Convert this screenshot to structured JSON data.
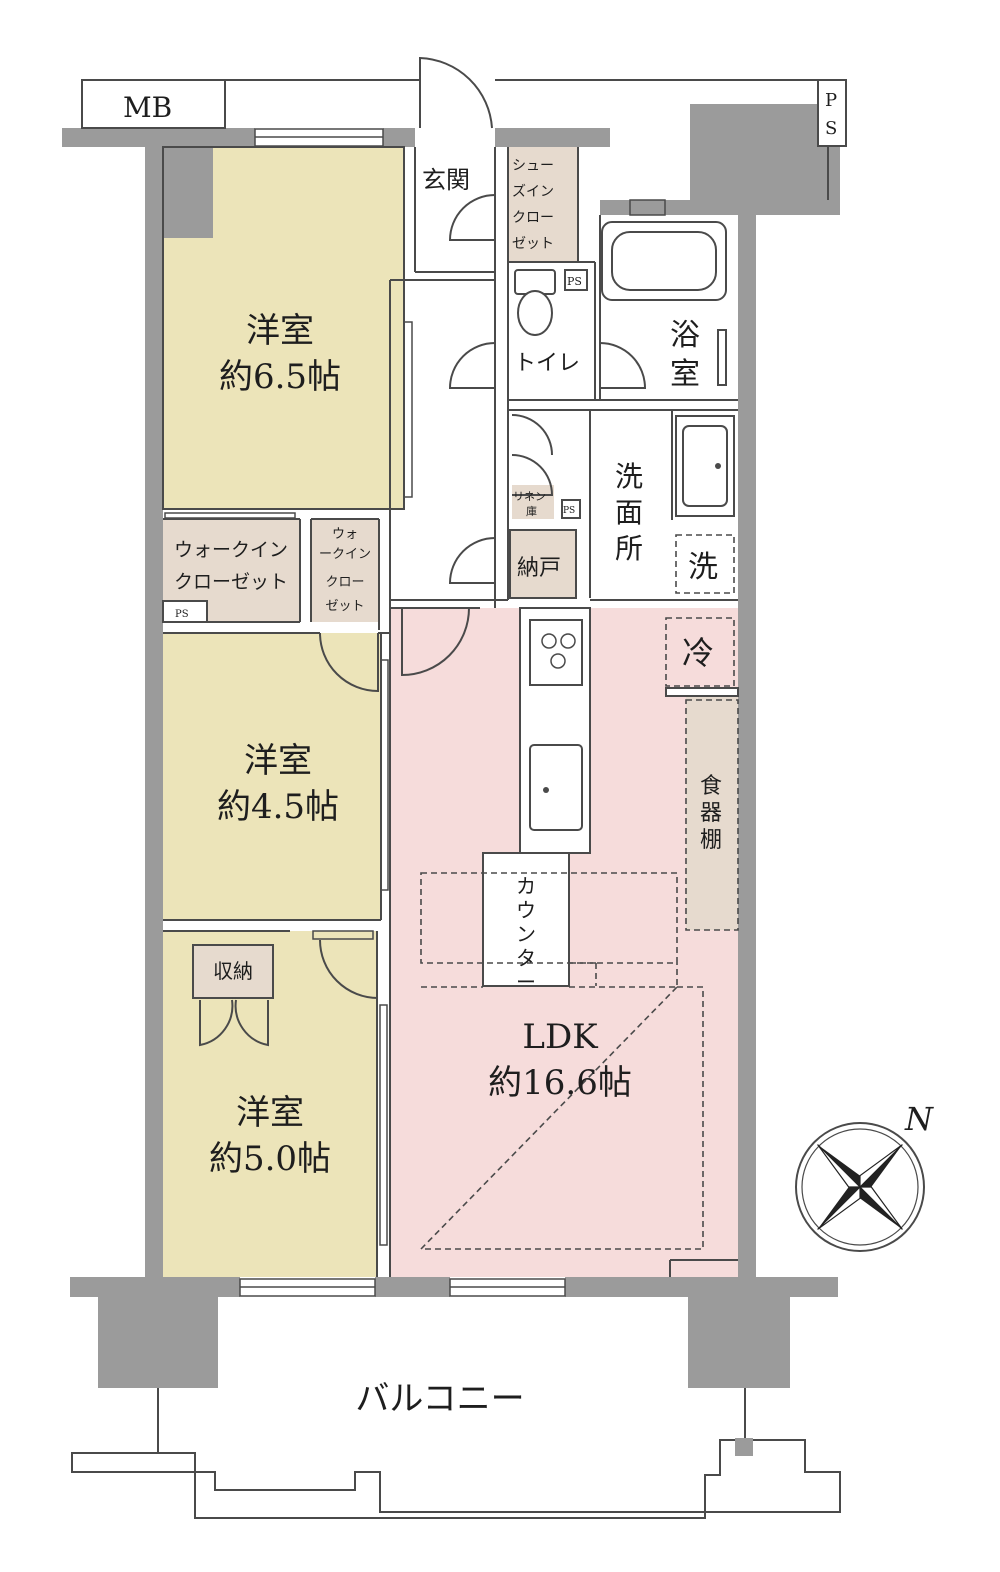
{
  "labels": {
    "mb": "MB",
    "ps_top": [
      "P",
      "S"
    ],
    "entrance": "玄関",
    "shoe_closet": [
      "シュー",
      "ズイン",
      "クロー",
      "ゼット"
    ],
    "toilet": "トイレ",
    "ps_small": "PS",
    "bath": [
      "浴",
      "室"
    ],
    "washroom": [
      "洗",
      "面",
      "所"
    ],
    "linen": [
      "リネン",
      "庫"
    ],
    "storage_room": "納戸",
    "washer": "洗",
    "fridge": "冷",
    "cupboard": [
      "食",
      "器",
      "棚"
    ],
    "counter": [
      "カ",
      "ウ",
      "ン",
      "タ",
      "ー"
    ],
    "room1": [
      "洋室",
      "約6.5帖"
    ],
    "wic_large": [
      "ウォークイン",
      "クローゼット"
    ],
    "wic_small": [
      "ウォ",
      "ークイン",
      "クロー",
      "ゼット"
    ],
    "room2": [
      "洋室",
      "約4.5帖"
    ],
    "storage": "収納",
    "room3": [
      "洋室",
      "約5.0帖"
    ],
    "ldk": [
      "LDK",
      "約16.6帖"
    ],
    "balcony": "バルコニー",
    "compass_n": "N"
  },
  "colors": {
    "room_fill": "#ece4b9",
    "closet_fill": "#e6dace",
    "ldk_fill": "#f6dcdb",
    "wall": "#9b9b9b"
  }
}
